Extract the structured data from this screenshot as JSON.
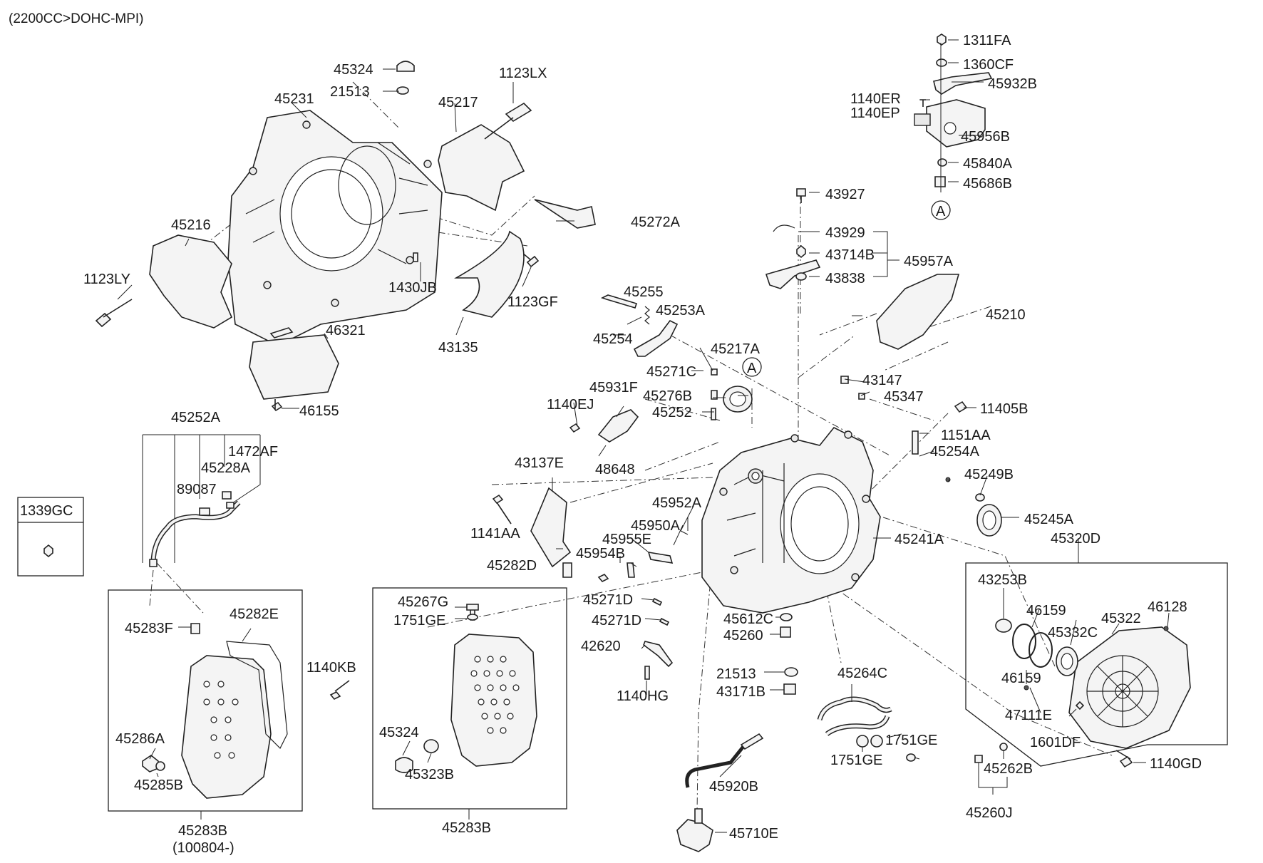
{
  "header": {
    "engine": "(2200CC>DOHC-MPI)"
  },
  "callout_marker": "A",
  "labels": {
    "p1311FA": "1311FA",
    "p1360CF": "1360CF",
    "p45932B": "45932B",
    "p1140ER": "1140ER",
    "p1140EP": "1140EP",
    "p45956B": "45956B",
    "p45840A": "45840A",
    "p45686B": "45686B",
    "p45324a": "45324",
    "p21513a": "21513",
    "p45231": "45231",
    "p45217": "45217",
    "p1123LX": "1123LX",
    "p45216": "45216",
    "p1123LY": "1123LY",
    "p45272A": "45272A",
    "p1430JB": "1430JB",
    "p1123GF": "1123GF",
    "p43135": "43135",
    "p46321": "46321",
    "p46155": "46155",
    "p43927": "43927",
    "p43929": "43929",
    "p43714B": "43714B",
    "p45957A": "45957A",
    "p43838": "43838",
    "p45255": "45255",
    "p45253A": "45253A",
    "p45254": "45254",
    "p45210": "45210",
    "p45217A": "45217A",
    "p45271C": "45271C",
    "p43147": "43147",
    "p45276B": "45276B",
    "p45347": "45347",
    "p45931F": "45931F",
    "p1140EJ": "1140EJ",
    "p45252": "45252",
    "p11405B": "11405B",
    "p1151AA": "1151AA",
    "p45254A": "45254A",
    "p48648": "48648",
    "p43137E": "43137E",
    "p45249B": "45249B",
    "p45252A": "45252A",
    "p1472AF": "1472AF",
    "p45228A": "45228A",
    "p89087": "89087",
    "p1339GC": "1339GC",
    "p45952A": "45952A",
    "p45950A": "45950A",
    "p45955E": "45955E",
    "p1141AA": "1141AA",
    "p45245A": "45245A",
    "p45241A": "45241A",
    "p45320D": "45320D",
    "p45954B": "45954B",
    "p45282D": "45282D",
    "p43253B": "43253B",
    "p46128": "46128",
    "p46159a": "46159",
    "p45322": "45322",
    "p45332C": "45332C",
    "p46159b": "46159",
    "p45271Da": "45271D",
    "p45271Db": "45271D",
    "p45612C": "45612C",
    "p45260": "45260",
    "p45283F": "45283F",
    "p45282E": "45282E",
    "p45267G": "45267G",
    "p1751GEa": "1751GE",
    "p1140KB": "1140KB",
    "p42620": "42620",
    "p21513b": "21513",
    "p45264C": "45264C",
    "p43171B": "43171B",
    "p1140HG": "1140HG",
    "p47111E": "47111E",
    "p1601DF": "1601DF",
    "p1140GD": "1140GD",
    "p1751GEb": "1751GE",
    "p1751GEc": "1751GE",
    "p45286A": "45286A",
    "p45324b": "45324",
    "p45285B": "45285B",
    "p45323B": "45323B",
    "p45920B": "45920B",
    "p45262B": "45262B",
    "p45260J": "45260J",
    "p45283Ba": "45283B",
    "p45283Ba_note": "(100804-)",
    "p45283Bb": "45283B",
    "p45710E": "45710E"
  }
}
